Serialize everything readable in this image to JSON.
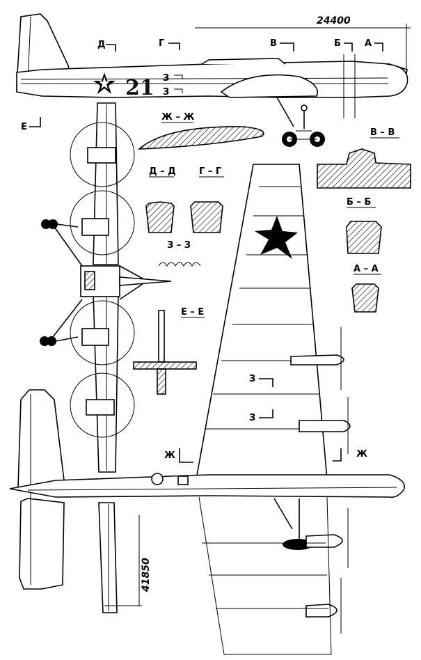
{
  "dimensions": {
    "length": "24400",
    "span_half": "41850"
  },
  "fuselage_number": "21",
  "section_markers": {
    "d": "Д",
    "g": "Г",
    "v": "В",
    "b": "Б",
    "a": "А",
    "e": "Е",
    "z": "З",
    "zh": "Ж"
  },
  "section_titles": {
    "zh": "Ж – Ж",
    "v": "В – В",
    "d": "Д – Д",
    "g": "Г – Г",
    "b": "Б – Б",
    "z": "З – З",
    "a": "А – А",
    "e": "Е – Е"
  },
  "colors": {
    "ink": "#000000",
    "paper": "#ffffff"
  }
}
